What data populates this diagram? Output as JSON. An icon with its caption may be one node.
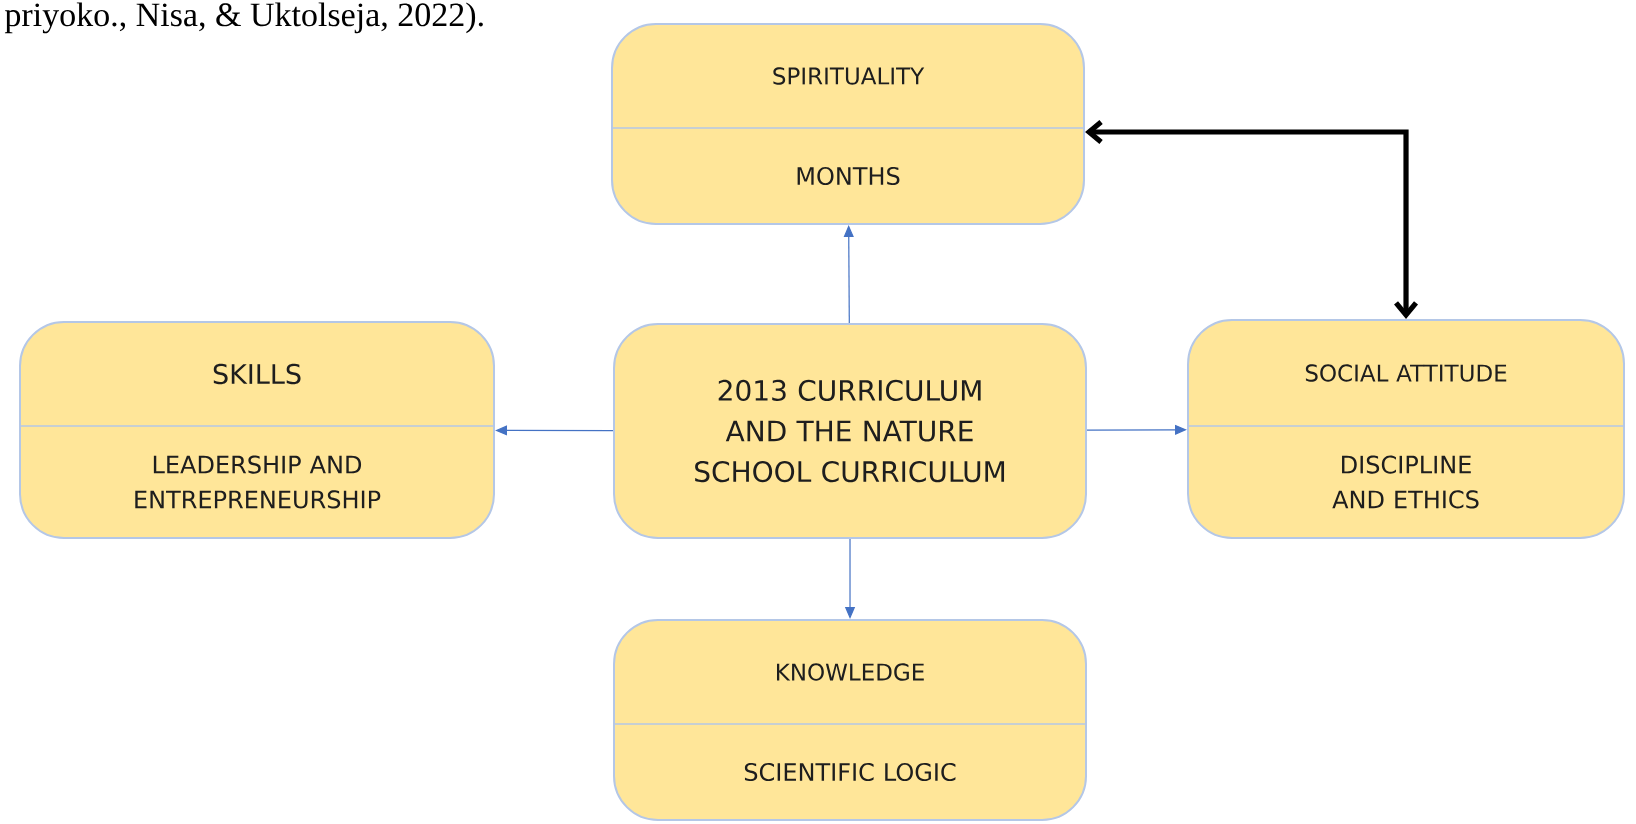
{
  "diagram": {
    "nodes": [
      {
        "text": [
          "SPIRITUALITY",
          "MONTHS"
        ]
      },
      {
        "text": [
          "SKILLS",
          "LEADERSHIP AND ENTREPRENEURSHIP"
        ]
      },
      {
        "text": [
          "2013 CURRICULUM AND THE NATURE SCHOOL CURRICULUM"
        ]
      },
      {
        "text": [
          "SOCIAL ATTITUDE",
          "DISCIPLINE AND ETHICS"
        ]
      },
      {
        "text": [
          "KNOWLEDGE",
          "SCIENTIFIC LOGIC"
        ]
      }
    ],
    "edges": [
      {
        "from": 2,
        "to": 0,
        "arrow": "to"
      },
      {
        "from": 2,
        "to": 1,
        "arrow": "to"
      },
      {
        "from": 2,
        "to": 3,
        "arrow": "to"
      },
      {
        "from": 2,
        "to": 4,
        "arrow": "to"
      },
      {
        "from": 0,
        "to": 3,
        "arrow": "both",
        "style": "thick",
        "color": "#000000"
      }
    ],
    "labels": [
      "priyoko., Nisa, & Uktolseja, 2022)."
    ]
  }
}
